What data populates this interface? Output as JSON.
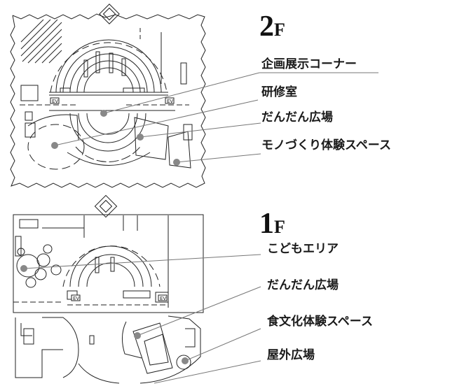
{
  "floors": [
    {
      "label_big": "2",
      "label_small": "F",
      "areas": [
        {
          "name": "企画展示コーナー",
          "color": "#ffffff"
        },
        {
          "name": "研修室",
          "color": "#c9cfe2"
        },
        {
          "name": "だんだん広場",
          "color": "#f5c6b5"
        },
        {
          "name": "モノづくり体験スペース",
          "color": "#cfe6f2"
        }
      ]
    },
    {
      "label_big": "1",
      "label_small": "F",
      "areas": [
        {
          "name": "こどもエリア",
          "color": "#d8c3dd"
        },
        {
          "name": "だんだん広場",
          "color": "#f5c6b5"
        },
        {
          "name": "食文化体験スペース",
          "color": "#b8ebb2"
        },
        {
          "name": "屋外広場",
          "color": "#f7d6ab"
        }
      ]
    }
  ],
  "elevator_label": "EV"
}
